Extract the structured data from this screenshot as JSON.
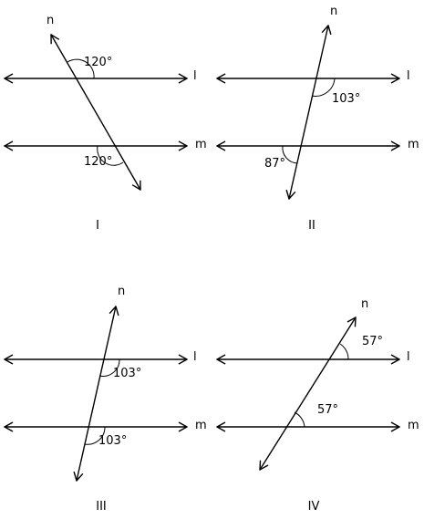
{
  "colors": {
    "stroke": "#000000",
    "background": "#ffffff"
  },
  "panels": [
    {
      "caption": "I",
      "line_labels": {
        "l": "l",
        "m": "m",
        "n": "n"
      },
      "angles": [
        "120°",
        "120°"
      ]
    },
    {
      "caption": "II",
      "line_labels": {
        "l": "l",
        "m": "m",
        "n": "n"
      },
      "angles": [
        "103°",
        "87°"
      ]
    },
    {
      "caption": "III",
      "line_labels": {
        "l": "l",
        "m": "m",
        "n": "n"
      },
      "angles": [
        "103°",
        "103°"
      ]
    },
    {
      "caption": "IV",
      "line_labels": {
        "l": "l",
        "m": "m",
        "n": "n"
      },
      "angles": [
        "57°",
        "57°"
      ]
    }
  ]
}
